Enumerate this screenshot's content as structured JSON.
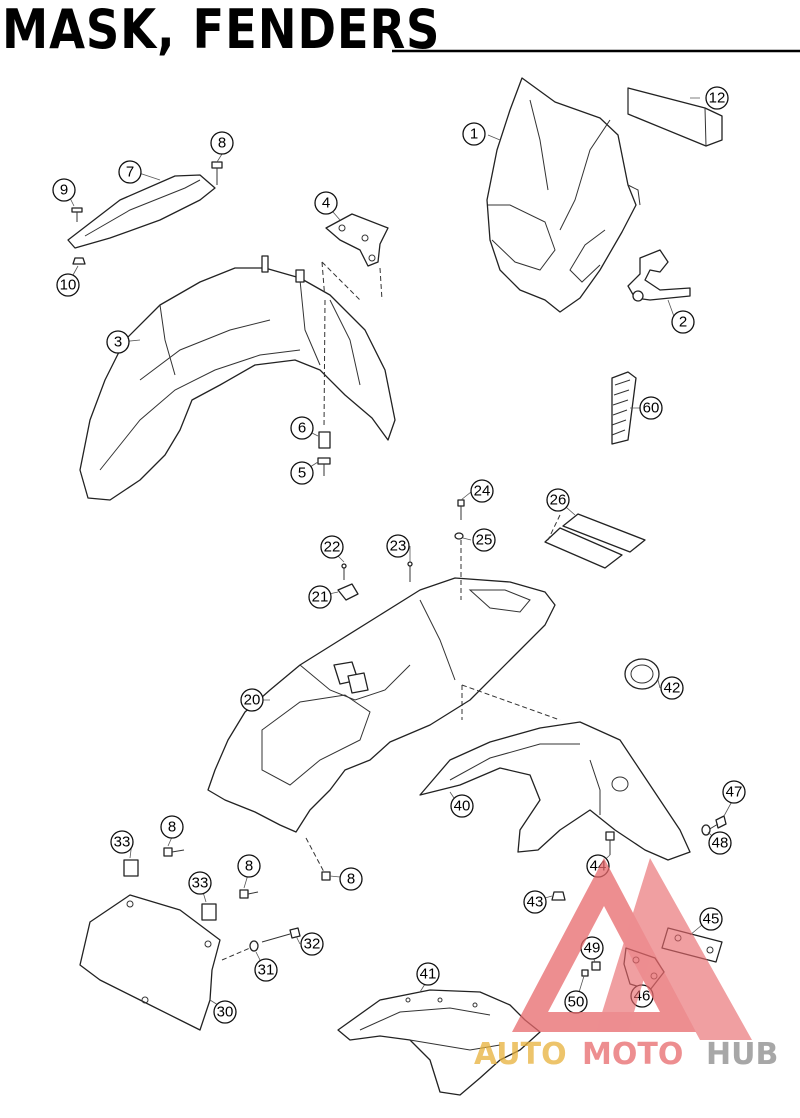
{
  "title": "MASK, FENDERS",
  "callouts": {
    "c1": "1",
    "c2": "2",
    "c3": "3",
    "c4": "4",
    "c5": "5",
    "c6": "6",
    "c7": "7",
    "c8a": "8",
    "c8b": "8",
    "c8c": "8",
    "c8d": "8",
    "c9": "9",
    "c10": "10",
    "c12": "12",
    "c20": "20",
    "c21": "21",
    "c22": "22",
    "c23": "23",
    "c24": "24",
    "c25": "25",
    "c26": "26",
    "c30": "30",
    "c31": "31",
    "c32": "32",
    "c33a": "33",
    "c33b": "33",
    "c40": "40",
    "c41": "41",
    "c42": "42",
    "c43": "43",
    "c44": "44",
    "c45": "45",
    "c46": "46",
    "c47": "47",
    "c48": "48",
    "c49": "49",
    "c50": "50",
    "c60": "60"
  },
  "watermark": {
    "part1": "AUTO",
    "part2": "MOTO",
    "part3": "HUB",
    "color1": "#e8b13a",
    "color2": "#e8696c",
    "color3": "#8a8a8a"
  }
}
